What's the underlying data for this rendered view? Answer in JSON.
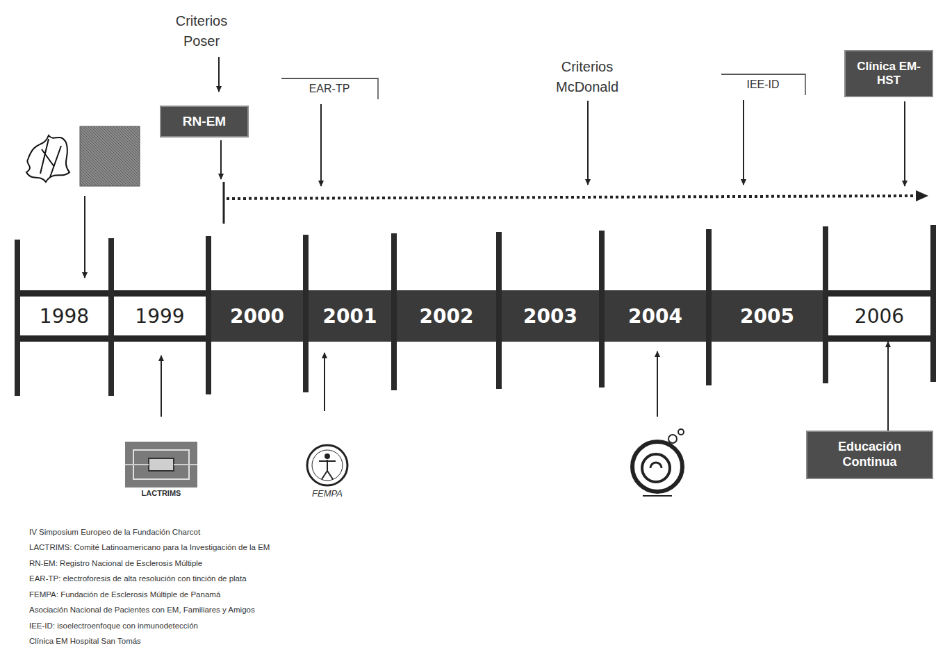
{
  "diagram": {
    "nodes": [
      {
        "text": [
          "RN-EM"
        ]
      },
      {
        "text": [
          "Clínica EM-HST"
        ]
      },
      {
        "text": [
          "1998"
        ]
      },
      {
        "text": [
          "1999"
        ]
      },
      {
        "text": [
          "2000"
        ]
      },
      {
        "text": [
          "2001"
        ]
      },
      {
        "text": [
          "2002"
        ]
      },
      {
        "text": [
          "2003"
        ]
      },
      {
        "text": [
          "2004"
        ]
      },
      {
        "text": [
          "2005"
        ]
      },
      {
        "text": [
          "2006"
        ]
      },
      {
        "text": [
          "Educación Continua"
        ]
      }
    ],
    "edges": [
      {
        "from": 11,
        "to": 10,
        "arrow": "to"
      }
    ],
    "labels": [
      "Criterios Poser",
      "EAR-TP",
      "Criterios McDonald",
      "IEE-ID",
      "LACTRIMS",
      "FEMPA",
      "IV Simposium Europeo de la Fundación Charcot",
      "LACTRIMS: Comité Latinoamericano para la Investigación de la EM",
      "RN-EM: Registro Nacional de Esclerosis Múltiple",
      "EAR-TP: electroforesis de alta resolución con tinción de plata",
      "FEMPA: Fundación de Esclerosis Múltiple de Panamá",
      "Asociación Nacional de Pacientes con EM, Familiares y Amigos",
      "IEE-ID: isoelectroenfoque con inmunodetección",
      "Clínica EM Hospital San Tomás"
    ]
  }
}
